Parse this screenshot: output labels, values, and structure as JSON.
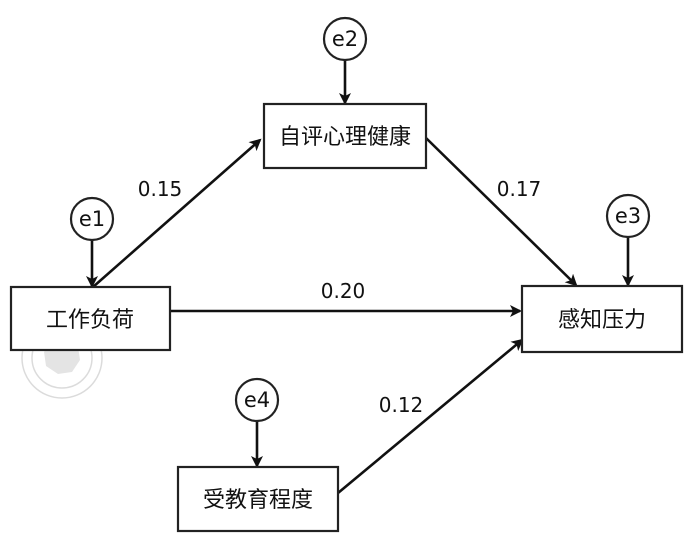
{
  "nodes": {
    "workload": "工作负荷",
    "health": "自评心理健康",
    "stress": "感知压力",
    "education": "受教育程度"
  },
  "errors": {
    "e1": "e1",
    "e2": "e2",
    "e3": "e3",
    "e4": "e4"
  },
  "paths": {
    "workload_to_health": "0.15",
    "health_to_stress": "0.17",
    "workload_to_stress": "0.20",
    "education_to_stress": "0.12"
  }
}
